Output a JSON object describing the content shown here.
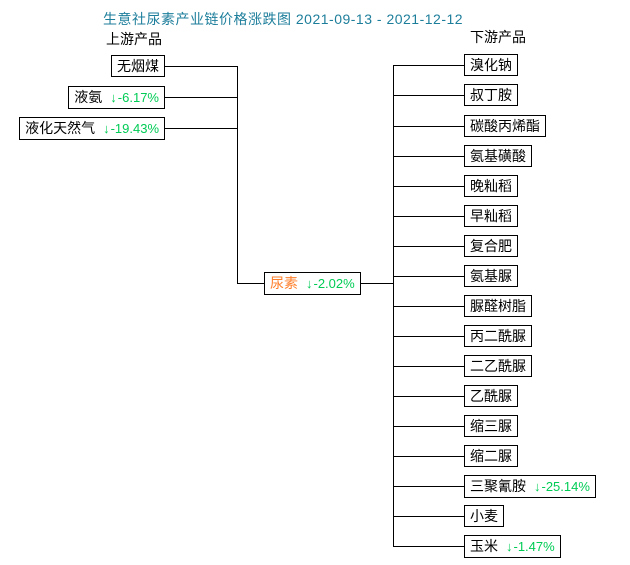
{
  "title": "生意社尿素产业链价格涨跌图 2021-09-13 - 2021-12-12",
  "sections": {
    "upstream_header": "上游产品",
    "downstream_header": "下游产品"
  },
  "colors": {
    "title_text": "#1d7e9b",
    "decline_green": "#00cc55",
    "center_orange": "#ff7f2b",
    "line_black": "#000000"
  },
  "upstream": {
    "items": [
      {
        "label": "无烟煤"
      },
      {
        "label": "液氨",
        "arrow": "↓",
        "change": "-6.17%"
      },
      {
        "label": "液化天然气",
        "arrow": "↓",
        "change": "-19.43%"
      }
    ]
  },
  "center": {
    "label": "尿素",
    "arrow": "↓",
    "change": "-2.02%"
  },
  "downstream": {
    "items": [
      {
        "label": "溴化钠"
      },
      {
        "label": "叔丁胺"
      },
      {
        "label": "碳酸丙烯酯"
      },
      {
        "label": "氨基磺酸"
      },
      {
        "label": "晚籼稻"
      },
      {
        "label": "早籼稻"
      },
      {
        "label": "复合肥"
      },
      {
        "label": "氨基脲"
      },
      {
        "label": "脲醛树脂"
      },
      {
        "label": "丙二酰脲"
      },
      {
        "label": "二乙酰脲"
      },
      {
        "label": "乙酰脲"
      },
      {
        "label": "缩三脲"
      },
      {
        "label": "缩二脲"
      },
      {
        "label": "三聚氰胺",
        "arrow": "↓",
        "change": "-25.14%"
      },
      {
        "label": "小麦"
      },
      {
        "label": "玉米",
        "arrow": "↓",
        "change": "-1.47%"
      }
    ]
  }
}
